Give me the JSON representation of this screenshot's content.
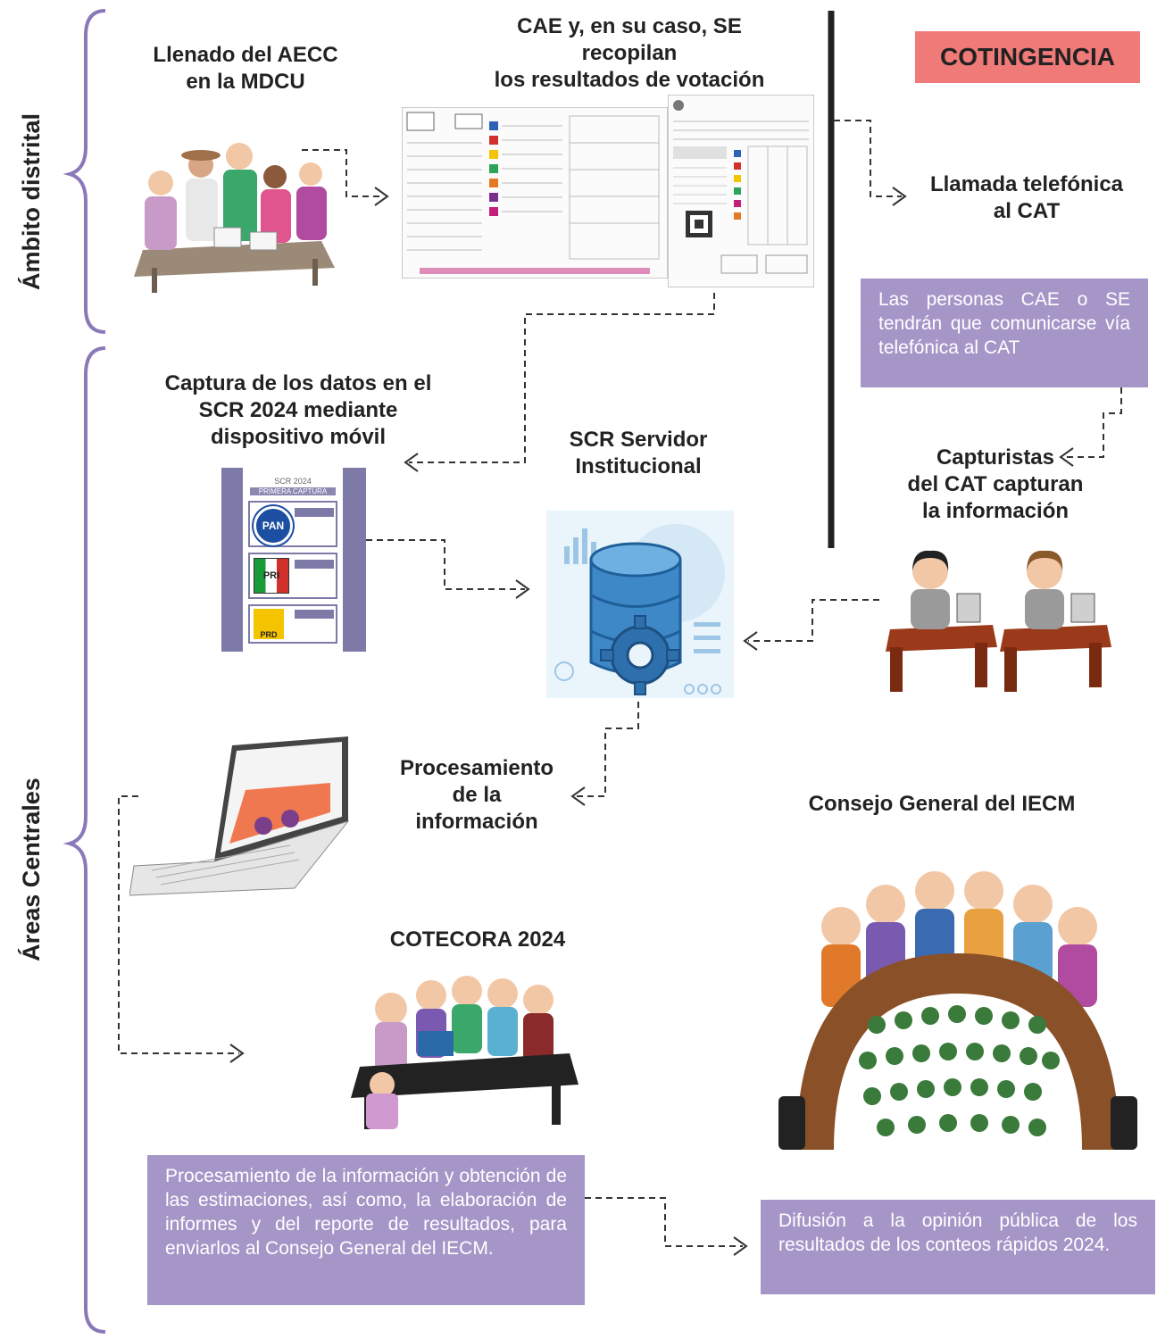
{
  "side_labels": {
    "ambito": "Ámbito distrital",
    "areas": "Áreas Centrales"
  },
  "titles": {
    "llenado": [
      "Llenado del AECC",
      "en la MDCU"
    ],
    "cae": [
      "CAE y, en su caso, SE",
      "recopilan",
      "los resultados de votación"
    ],
    "cotingencia": "COTINGENCIA",
    "llamada": [
      "Llamada telefónica",
      "al CAT"
    ],
    "captura": [
      "Captura de los datos en el",
      "SCR 2024 mediante",
      "dispositivo móvil"
    ],
    "scr_servidor": [
      "SCR Servidor",
      "Institucional"
    ],
    "capturistas": [
      "Capturistas",
      "del CAT capturan",
      "la información"
    ],
    "procesamiento": [
      "Procesamiento",
      "de la",
      "información"
    ],
    "consejo": "Consejo General del IECM",
    "cotecora": "COTECORA 2024"
  },
  "boxes": {
    "cae_se": "Las personas CAE o SE tendrán que comunicarse vía telefónica al CAT",
    "procesamiento": "Procesamiento de la información y obtención de las estimaciones, así como, la elaboración de informes y del reporte de resultados, para enviarlos al Consejo General del IECM.",
    "difusion": "Difusión a la opinión pública de los resultados de los conteos rápidos 2024."
  },
  "phone_screen": {
    "header": "SCR 2024",
    "subheader": "PRIMERA CAPTURA",
    "parties": [
      "PAN",
      "PRI",
      "PRD"
    ]
  },
  "colors": {
    "bracket": "#8a78b8",
    "purple_box": "#a696c8",
    "cotingencia": "#f07a78",
    "divider": "#222222"
  }
}
